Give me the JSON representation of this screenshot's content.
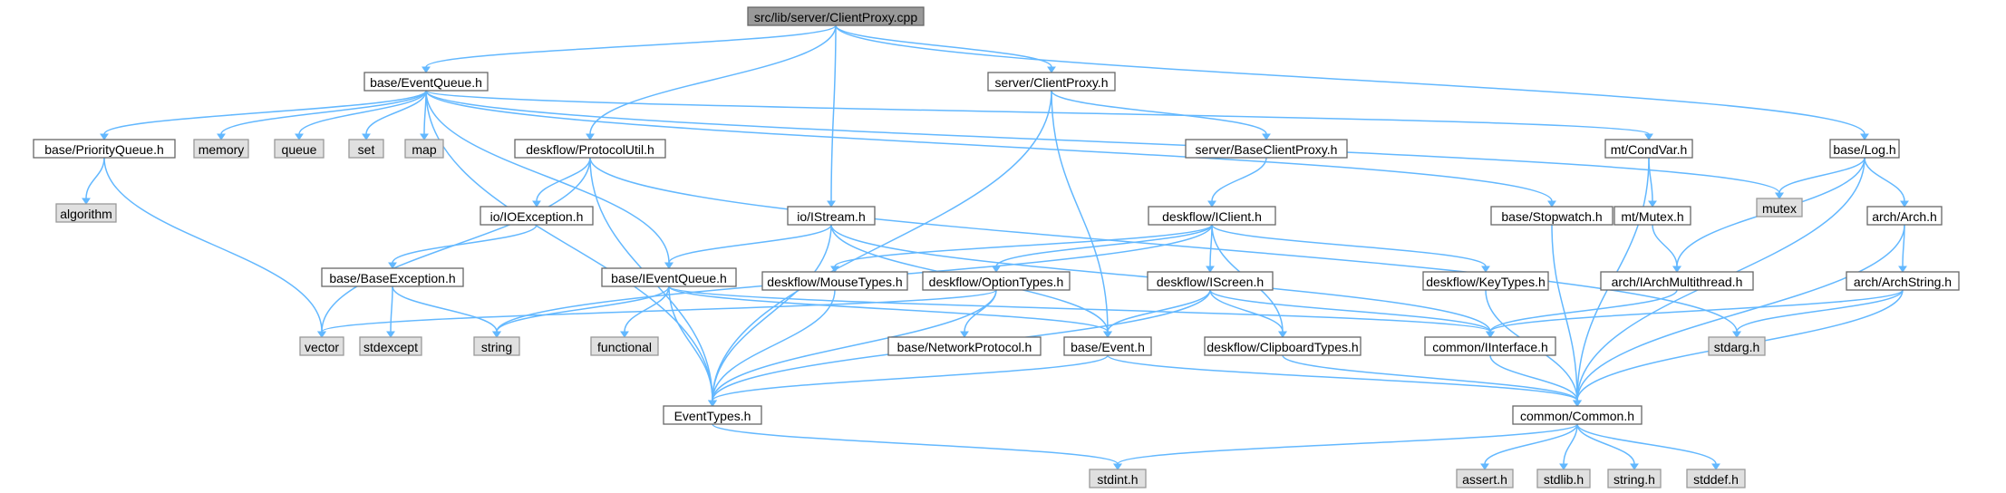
{
  "colors": {
    "root_fill": "#999999",
    "root_stroke": "#666666",
    "file_fill": "#ffffff",
    "file_stroke": "#666666",
    "system_fill": "#e0e0e0",
    "system_stroke": "#999999",
    "edge": "#63b8ff",
    "text": "#000000"
  },
  "nodes": [
    {
      "id": "clientproxy_cpp",
      "label": "src/lib/server/ClientProxy.cpp",
      "kind": "root"
    },
    {
      "id": "event_queue_h",
      "label": "base/EventQueue.h",
      "kind": "file"
    },
    {
      "id": "server_clientproxy_h",
      "label": "server/ClientProxy.h",
      "kind": "file"
    },
    {
      "id": "priority_queue_h",
      "label": "base/PriorityQueue.h",
      "kind": "file"
    },
    {
      "id": "memory",
      "label": "memory",
      "kind": "system"
    },
    {
      "id": "queue",
      "label": "queue",
      "kind": "system"
    },
    {
      "id": "set",
      "label": "set",
      "kind": "system"
    },
    {
      "id": "map",
      "label": "map",
      "kind": "system"
    },
    {
      "id": "protocol_util_h",
      "label": "deskflow/ProtocolUtil.h",
      "kind": "file"
    },
    {
      "id": "base_client_proxy_h",
      "label": "server/BaseClientProxy.h",
      "kind": "file"
    },
    {
      "id": "condvar_h",
      "label": "mt/CondVar.h",
      "kind": "file"
    },
    {
      "id": "log_h",
      "label": "base/Log.h",
      "kind": "file"
    },
    {
      "id": "algorithm",
      "label": "algorithm",
      "kind": "system"
    },
    {
      "id": "ioexception_h",
      "label": "io/IOException.h",
      "kind": "file"
    },
    {
      "id": "istream_h",
      "label": "io/IStream.h",
      "kind": "file"
    },
    {
      "id": "iclient_h",
      "label": "deskflow/IClient.h",
      "kind": "file"
    },
    {
      "id": "stopwatch_h",
      "label": "base/Stopwatch.h",
      "kind": "file"
    },
    {
      "id": "mutex_h",
      "label": "mt/Mutex.h",
      "kind": "file"
    },
    {
      "id": "mutex",
      "label": "mutex",
      "kind": "system"
    },
    {
      "id": "arch_h",
      "label": "arch/Arch.h",
      "kind": "file"
    },
    {
      "id": "base_exception_h",
      "label": "base/BaseException.h",
      "kind": "file"
    },
    {
      "id": "ieventqueue_h",
      "label": "base/IEventQueue.h",
      "kind": "file"
    },
    {
      "id": "mousetypes_h",
      "label": "deskflow/MouseTypes.h",
      "kind": "file"
    },
    {
      "id": "optiontypes_h",
      "label": "deskflow/OptionTypes.h",
      "kind": "file"
    },
    {
      "id": "iscreen_h",
      "label": "deskflow/IScreen.h",
      "kind": "file"
    },
    {
      "id": "keytypes_h",
      "label": "deskflow/KeyTypes.h",
      "kind": "file"
    },
    {
      "id": "iarch_multithread_h",
      "label": "arch/IArchMultithread.h",
      "kind": "file"
    },
    {
      "id": "arch_string_h",
      "label": "arch/ArchString.h",
      "kind": "file"
    },
    {
      "id": "vector",
      "label": "vector",
      "kind": "system"
    },
    {
      "id": "stdexcept",
      "label": "stdexcept",
      "kind": "system"
    },
    {
      "id": "string",
      "label": "string",
      "kind": "system"
    },
    {
      "id": "functional",
      "label": "functional",
      "kind": "system"
    },
    {
      "id": "network_protocol_h",
      "label": "base/NetworkProtocol.h",
      "kind": "file"
    },
    {
      "id": "event_h",
      "label": "base/Event.h",
      "kind": "file"
    },
    {
      "id": "clipboard_types_h",
      "label": "deskflow/ClipboardTypes.h",
      "kind": "file"
    },
    {
      "id": "iinterface_h",
      "label": "common/IInterface.h",
      "kind": "file"
    },
    {
      "id": "stdarg_h",
      "label": "stdarg.h",
      "kind": "system"
    },
    {
      "id": "event_types_h",
      "label": "EventTypes.h",
      "kind": "file"
    },
    {
      "id": "common_h",
      "label": "common/Common.h",
      "kind": "file"
    },
    {
      "id": "stdint_h",
      "label": "stdint.h",
      "kind": "system"
    },
    {
      "id": "assert_h",
      "label": "assert.h",
      "kind": "system"
    },
    {
      "id": "stdlib_h",
      "label": "stdlib.h",
      "kind": "system"
    },
    {
      "id": "string_h",
      "label": "string.h",
      "kind": "system"
    },
    {
      "id": "stddef_h",
      "label": "stddef.h",
      "kind": "system"
    }
  ],
  "edges": [
    [
      "clientproxy_cpp",
      "event_queue_h"
    ],
    [
      "clientproxy_cpp",
      "protocol_util_h"
    ],
    [
      "clientproxy_cpp",
      "istream_h"
    ],
    [
      "clientproxy_cpp",
      "server_clientproxy_h"
    ],
    [
      "clientproxy_cpp",
      "log_h"
    ],
    [
      "event_queue_h",
      "priority_queue_h"
    ],
    [
      "event_queue_h",
      "memory"
    ],
    [
      "event_queue_h",
      "queue"
    ],
    [
      "event_queue_h",
      "set"
    ],
    [
      "event_queue_h",
      "map"
    ],
    [
      "event_queue_h",
      "event_types_h"
    ],
    [
      "event_queue_h",
      "ieventqueue_h"
    ],
    [
      "event_queue_h",
      "condvar_h"
    ],
    [
      "event_queue_h",
      "stopwatch_h"
    ],
    [
      "event_queue_h",
      "mutex"
    ],
    [
      "priority_queue_h",
      "algorithm"
    ],
    [
      "priority_queue_h",
      "vector"
    ],
    [
      "server_clientproxy_h",
      "base_client_proxy_h"
    ],
    [
      "server_clientproxy_h",
      "event_h"
    ],
    [
      "server_clientproxy_h",
      "event_types_h"
    ],
    [
      "protocol_util_h",
      "ioexception_h"
    ],
    [
      "protocol_util_h",
      "vector"
    ],
    [
      "protocol_util_h",
      "event_types_h"
    ],
    [
      "protocol_util_h",
      "stdarg_h"
    ],
    [
      "ioexception_h",
      "base_exception_h"
    ],
    [
      "base_exception_h",
      "string"
    ],
    [
      "base_exception_h",
      "stdexcept"
    ],
    [
      "istream_h",
      "ieventqueue_h"
    ],
    [
      "istream_h",
      "event_types_h"
    ],
    [
      "istream_h",
      "event_h"
    ],
    [
      "istream_h",
      "iinterface_h"
    ],
    [
      "ieventqueue_h",
      "string"
    ],
    [
      "ieventqueue_h",
      "functional"
    ],
    [
      "ieventqueue_h",
      "event_h"
    ],
    [
      "ieventqueue_h",
      "iinterface_h"
    ],
    [
      "ieventqueue_h",
      "event_types_h"
    ],
    [
      "base_client_proxy_h",
      "iclient_h"
    ],
    [
      "iclient_h",
      "string"
    ],
    [
      "iclient_h",
      "mousetypes_h"
    ],
    [
      "iclient_h",
      "optiontypes_h"
    ],
    [
      "iclient_h",
      "iscreen_h"
    ],
    [
      "iclient_h",
      "clipboard_types_h"
    ],
    [
      "iclient_h",
      "keytypes_h"
    ],
    [
      "mousetypes_h",
      "event_types_h"
    ],
    [
      "optiontypes_h",
      "vector"
    ],
    [
      "optiontypes_h",
      "network_protocol_h"
    ],
    [
      "optiontypes_h",
      "event_types_h"
    ],
    [
      "iscreen_h",
      "event_h"
    ],
    [
      "iscreen_h",
      "clipboard_types_h"
    ],
    [
      "iscreen_h",
      "iinterface_h"
    ],
    [
      "iscreen_h",
      "event_types_h"
    ],
    [
      "keytypes_h",
      "common_h"
    ],
    [
      "event_h",
      "event_types_h"
    ],
    [
      "event_h",
      "common_h"
    ],
    [
      "clipboard_types_h",
      "common_h"
    ],
    [
      "iinterface_h",
      "common_h"
    ],
    [
      "condvar_h",
      "mutex_h"
    ],
    [
      "condvar_h",
      "common_h"
    ],
    [
      "mutex_h",
      "iarch_multithread_h"
    ],
    [
      "iarch_multithread_h",
      "iinterface_h"
    ],
    [
      "stopwatch_h",
      "common_h"
    ],
    [
      "log_h",
      "mutex"
    ],
    [
      "log_h",
      "arch_h"
    ],
    [
      "log_h",
      "iarch_multithread_h"
    ],
    [
      "log_h",
      "common_h"
    ],
    [
      "arch_h",
      "arch_string_h"
    ],
    [
      "arch_h",
      "common_h"
    ],
    [
      "arch_string_h",
      "iinterface_h"
    ],
    [
      "arch_string_h",
      "stdarg_h"
    ],
    [
      "arch_string_h",
      "common_h"
    ],
    [
      "event_types_h",
      "stdint_h"
    ],
    [
      "common_h",
      "stdint_h"
    ],
    [
      "common_h",
      "assert_h"
    ],
    [
      "common_h",
      "stdlib_h"
    ],
    [
      "common_h",
      "string_h"
    ],
    [
      "common_h",
      "stddef_h"
    ]
  ]
}
